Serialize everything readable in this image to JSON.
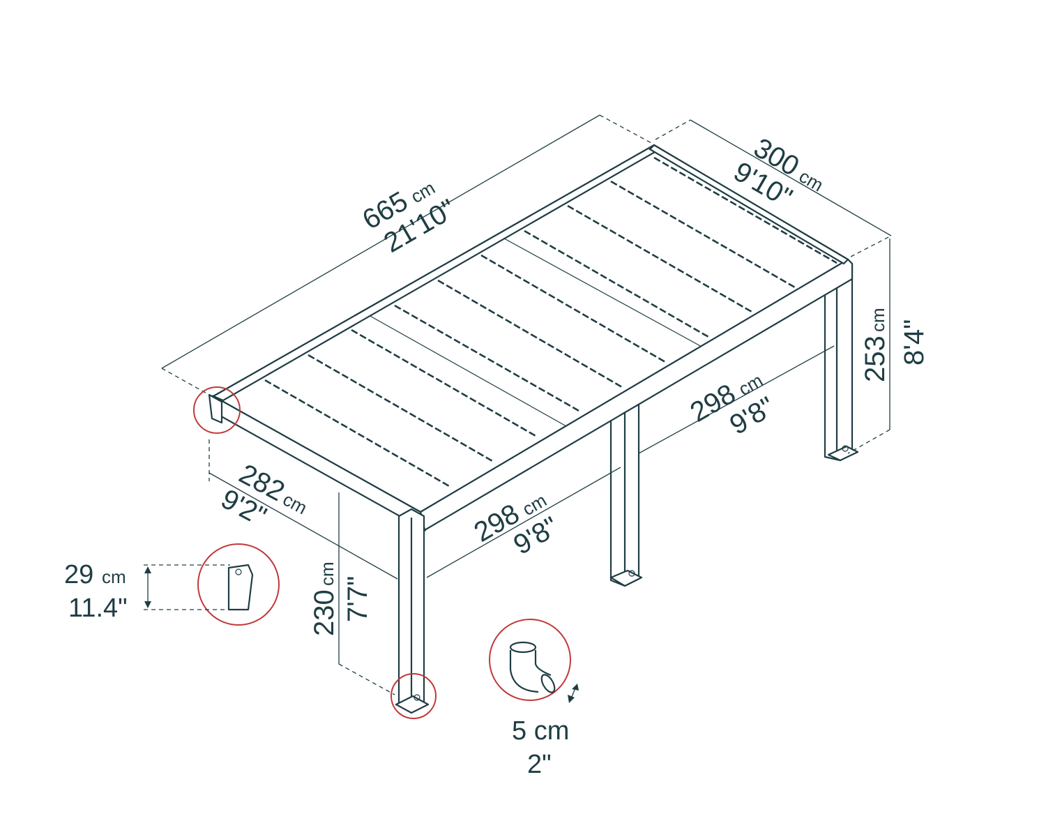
{
  "dimensions": {
    "length": {
      "metric_value": "665",
      "metric_unit": "cm",
      "imperial": "21'10\""
    },
    "width": {
      "metric_value": "300",
      "metric_unit": "cm",
      "imperial": "9'10\""
    },
    "max_height": {
      "metric_value": "253",
      "metric_unit": "cm",
      "imperial": "8'4\""
    },
    "post_span_back": {
      "metric_value": "298",
      "metric_unit": "cm",
      "imperial": "9'8\""
    },
    "post_span_front": {
      "metric_value": "298",
      "metric_unit": "cm",
      "imperial": "9'8\""
    },
    "overhang": {
      "metric_value": "282",
      "metric_unit": "cm",
      "imperial": "9'2\""
    },
    "clearance_height": {
      "metric_value": "230",
      "metric_unit": "cm",
      "imperial": "7'7\""
    }
  },
  "details": {
    "bracket": {
      "metric_value": "29",
      "metric_unit": "cm",
      "imperial": "11.4\""
    },
    "downpipe": {
      "metric": "5 cm",
      "imperial": "2\""
    }
  },
  "colors": {
    "line": "#1f3d44",
    "highlight": "#c0393b"
  }
}
